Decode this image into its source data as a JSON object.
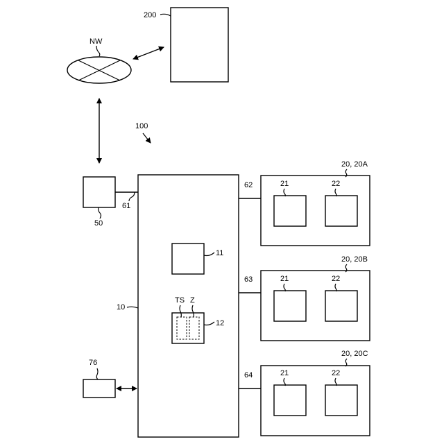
{
  "labels": {
    "network": "NW",
    "server": "200",
    "system": "100",
    "main_controller": "10",
    "controller_block_11": "11",
    "storage_block_12": "12",
    "storage_region_ts": "TS",
    "storage_region_z": "Z",
    "device_50": "50",
    "line_61": "61",
    "device_76": "76",
    "line_62": "62",
    "line_63": "63",
    "line_64": "64",
    "unit_a": "20, 20A",
    "unit_b": "20, 20B",
    "unit_c": "20, 20C",
    "sub_21": "21",
    "sub_22": "22"
  }
}
